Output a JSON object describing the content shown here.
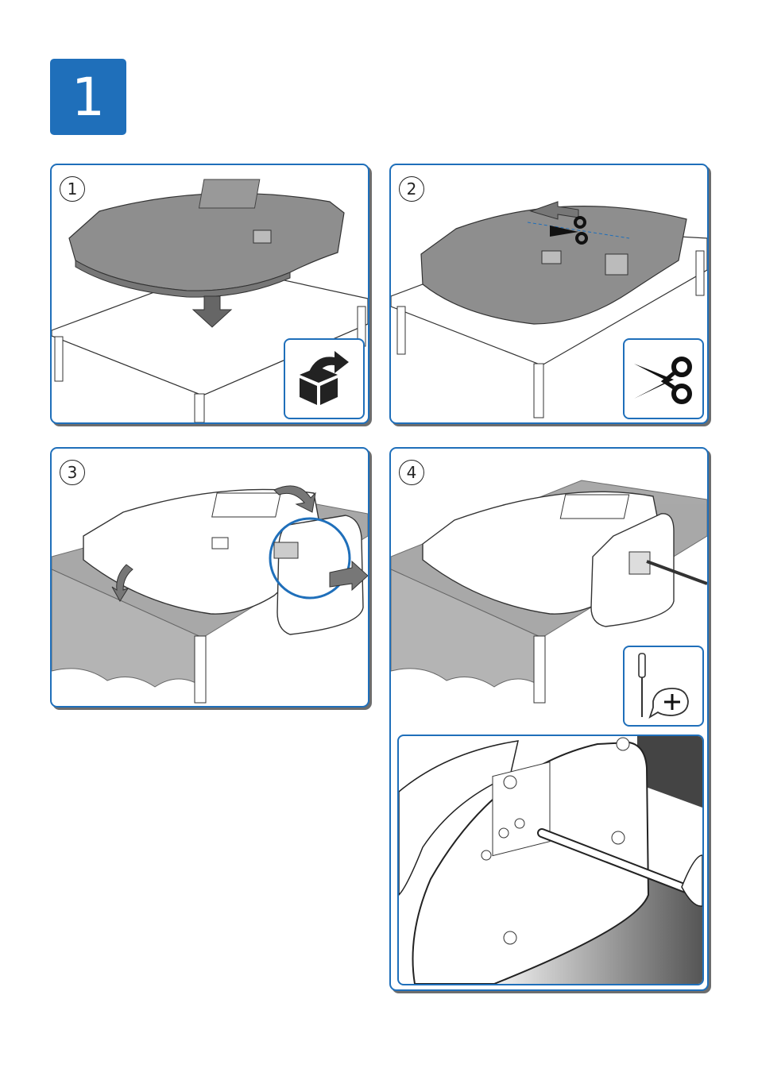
{
  "page": {
    "step_number": "1"
  },
  "panels": [
    {
      "number": "1",
      "icon": "unbox-icon"
    },
    {
      "number": "2",
      "icon": "scissors-icon"
    },
    {
      "number": "3",
      "icon": ""
    },
    {
      "number": "4",
      "icon": "screwdriver-plus-icon"
    }
  ],
  "colors": {
    "accent": "#1f6fba",
    "shadow": "#6d6d6d",
    "tv_gray": "#8e8e8e"
  }
}
